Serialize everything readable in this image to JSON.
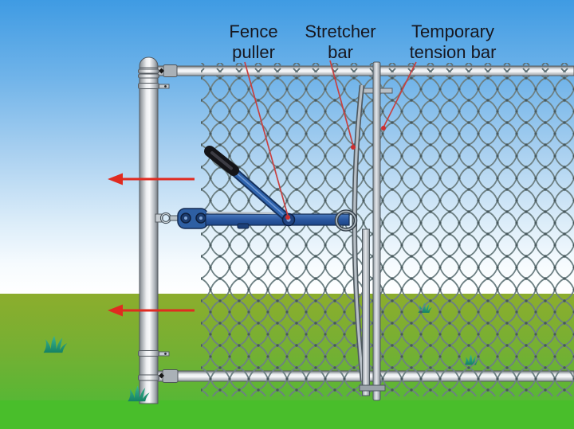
{
  "diagram": {
    "type": "instructional-illustration",
    "subject": "Stretching chain-link fence fabric with a fence puller toward an end post",
    "labels": {
      "fence_puller": {
        "line1": "Fence",
        "line2": "puller"
      },
      "stretcher_bar": {
        "line1": "Stretcher",
        "line2": "bar"
      },
      "temporary_tension_bar": {
        "line1": "Temporary",
        "line2": "tension bar"
      }
    },
    "annotations": {
      "pull_direction_arrows": {
        "count": 2,
        "direction": "left",
        "color": "#e02b20"
      },
      "leader_lines": {
        "count": 3,
        "color": "#c84040",
        "endpoint_marker": "red-dot"
      }
    },
    "colors": {
      "sky_top": "#3f9be3",
      "sky_horizon": "#ffffff",
      "grass_far": "#8cad2d",
      "grass_near": "#58b735",
      "grass_front_strip": "#49be2b",
      "label_text": "#17171f",
      "annotation_red": "#e02b20",
      "puller_blue": "#2e5fa3",
      "grip_black": "#141418",
      "metal_light": "#e8ebee",
      "mesh_wire": "#6d8083",
      "tuft_teal": "#2fa583"
    }
  }
}
